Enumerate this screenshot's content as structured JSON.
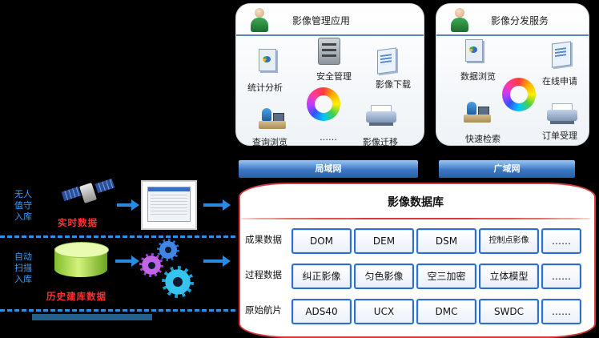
{
  "apps": {
    "management": {
      "title": "影像管理应用",
      "items": [
        "统计分析",
        "安全管理",
        "影像下载",
        "查询浏览",
        "……",
        "影像迁移"
      ]
    },
    "distribution": {
      "title": "影像分发服务",
      "items": [
        "数据浏览",
        "在线申请",
        "快速检索",
        "订单受理"
      ]
    }
  },
  "networks": {
    "lan": "局域网",
    "wan": "广域网"
  },
  "database": {
    "title": "影像数据库",
    "rows": [
      {
        "label": "成果数据",
        "cells": [
          "DOM",
          "DEM",
          "DSM",
          "控制点影像",
          "……"
        ]
      },
      {
        "label": "过程数据",
        "cells": [
          "纠正影像",
          "匀色影像",
          "空三加密",
          "立体模型",
          "……"
        ]
      },
      {
        "label": "原始航片",
        "cells": [
          "ADS40",
          "UCX",
          "DMC",
          "SWDC",
          "……"
        ]
      }
    ]
  },
  "ingest": {
    "unattended": "无人值守入库",
    "realtime": "实时数据",
    "auto_scan": "自动扫描入库",
    "historical": "历史建库数据"
  },
  "colors": {
    "accent": "#2f8fe0",
    "db_border": "#d73a3a",
    "cell_border": "#2d6fd0",
    "red_text": "#ff3030"
  }
}
